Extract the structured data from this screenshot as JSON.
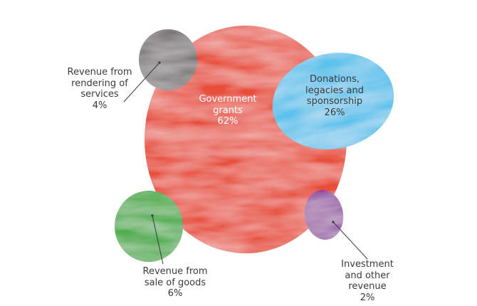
{
  "colors": {
    "government": "#e8503a",
    "donations": "#5dc3ec",
    "services": "#7c787a",
    "goods": "#4fae4e",
    "investment": "#8f3a9e",
    "label_text": "#3a3a3a",
    "leader_line": "#3a3a3a"
  },
  "chart_data": {
    "type": "bubble",
    "title": "",
    "unit": "%",
    "series": [
      {
        "key": "government",
        "label_lines": [
          "Government",
          "grants"
        ],
        "value_text": "62%",
        "value": 62
      },
      {
        "key": "donations",
        "label_lines": [
          "Donations,",
          "legacies and",
          "sponsorship"
        ],
        "value_text": "26%",
        "value": 26
      },
      {
        "key": "services",
        "label_lines": [
          "Revenue from",
          "rendering of",
          "services"
        ],
        "value_text": "4%",
        "value": 4
      },
      {
        "key": "goods",
        "label_lines": [
          "Revenue from",
          "sale of goods"
        ],
        "value_text": "6%",
        "value": 6
      },
      {
        "key": "investment",
        "label_lines": [
          "Investment",
          "and other",
          "revenue"
        ],
        "value_text": "2%",
        "value": 2
      }
    ]
  }
}
